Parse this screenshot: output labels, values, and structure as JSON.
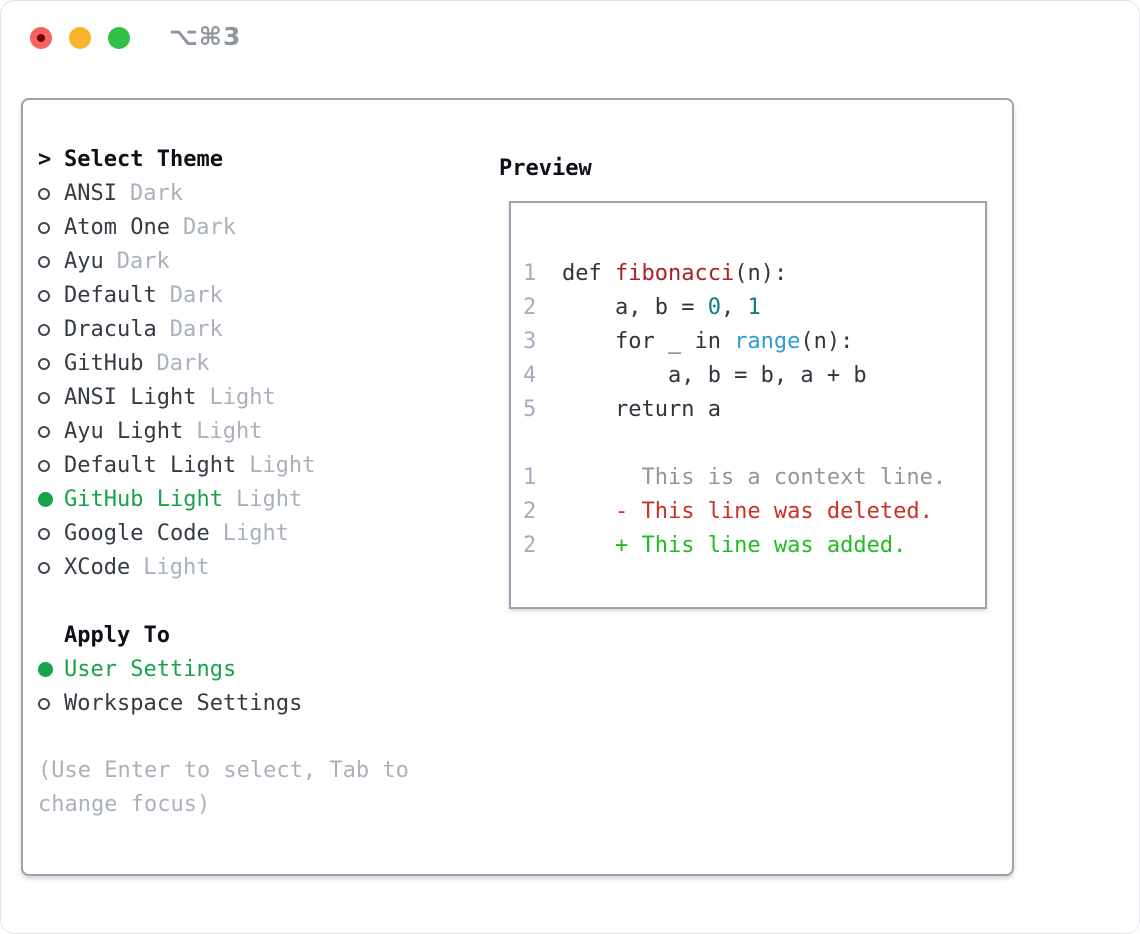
{
  "window": {
    "title": "⌥⌘3",
    "traffic_lights": [
      {
        "name": "close"
      },
      {
        "name": "minimize"
      },
      {
        "name": "zoom"
      }
    ]
  },
  "theme_picker": {
    "header_marker": ">",
    "header_label": "Select Theme",
    "items": [
      {
        "name": "ANSI",
        "tag": "Dark",
        "selected": false
      },
      {
        "name": "Atom One",
        "tag": "Dark",
        "selected": false
      },
      {
        "name": "Ayu",
        "tag": "Dark",
        "selected": false
      },
      {
        "name": "Default",
        "tag": "Dark",
        "selected": false
      },
      {
        "name": "Dracula",
        "tag": "Dark",
        "selected": false
      },
      {
        "name": "GitHub",
        "tag": "Dark",
        "selected": false
      },
      {
        "name": "ANSI Light",
        "tag": "Light",
        "selected": false
      },
      {
        "name": "Ayu Light",
        "tag": "Light",
        "selected": false
      },
      {
        "name": "Default Light",
        "tag": "Light",
        "selected": false
      },
      {
        "name": "GitHub Light",
        "tag": "Light",
        "selected": true
      },
      {
        "name": "Google Code",
        "tag": "Light",
        "selected": false
      },
      {
        "name": "XCode",
        "tag": "Light",
        "selected": false
      }
    ],
    "apply_to": {
      "header": "Apply To",
      "options": [
        {
          "name": "User Settings",
          "selected": true
        },
        {
          "name": "Workspace Settings",
          "selected": false
        }
      ]
    },
    "hint": "(Use Enter to select, Tab to change focus)"
  },
  "preview": {
    "header": "Preview",
    "code_lines": [
      {
        "num": "1",
        "tokens": [
          {
            "text": "def ",
            "style": "plain"
          },
          {
            "text": "fibonacci",
            "style": "function"
          },
          {
            "text": "(n):",
            "style": "plain"
          }
        ]
      },
      {
        "num": "2",
        "tokens": [
          {
            "text": "    a, b = ",
            "style": "plain"
          },
          {
            "text": "0",
            "style": "number"
          },
          {
            "text": ", ",
            "style": "plain"
          },
          {
            "text": "1",
            "style": "number"
          }
        ]
      },
      {
        "num": "3",
        "tokens": [
          {
            "text": "    for _ in ",
            "style": "plain"
          },
          {
            "text": "range",
            "style": "builtin"
          },
          {
            "text": "(n):",
            "style": "plain"
          }
        ]
      },
      {
        "num": "4",
        "tokens": [
          {
            "text": "        a, b = b, a + b",
            "style": "plain"
          }
        ]
      },
      {
        "num": "5",
        "tokens": [
          {
            "text": "    return a",
            "style": "plain"
          }
        ]
      }
    ],
    "diff_lines": [
      {
        "num": "1",
        "tokens": [
          {
            "text": "      This is a context line.",
            "style": "context"
          }
        ]
      },
      {
        "num": "2",
        "tokens": [
          {
            "text": "    - This line was deleted.",
            "style": "deleted"
          }
        ]
      },
      {
        "num": "2",
        "tokens": [
          {
            "text": "    + This line was added.",
            "style": "added"
          }
        ]
      }
    ]
  },
  "colors": {
    "selected_green": "#17a34b",
    "diff_added_green": "#22bb22",
    "diff_removed_red": "#cc3223",
    "function_red": "#ad2126",
    "number_teal": "#0d7d80",
    "builtin_blue": "#2d9bd8",
    "muted_gray": "#a9b1bc",
    "line_number_gray": "#a3adbd",
    "panel_border_gray": "#9aa3ae",
    "traffic_red": "#f4635d",
    "traffic_yellow": "#f7b52b",
    "traffic_green": "#32c146"
  }
}
